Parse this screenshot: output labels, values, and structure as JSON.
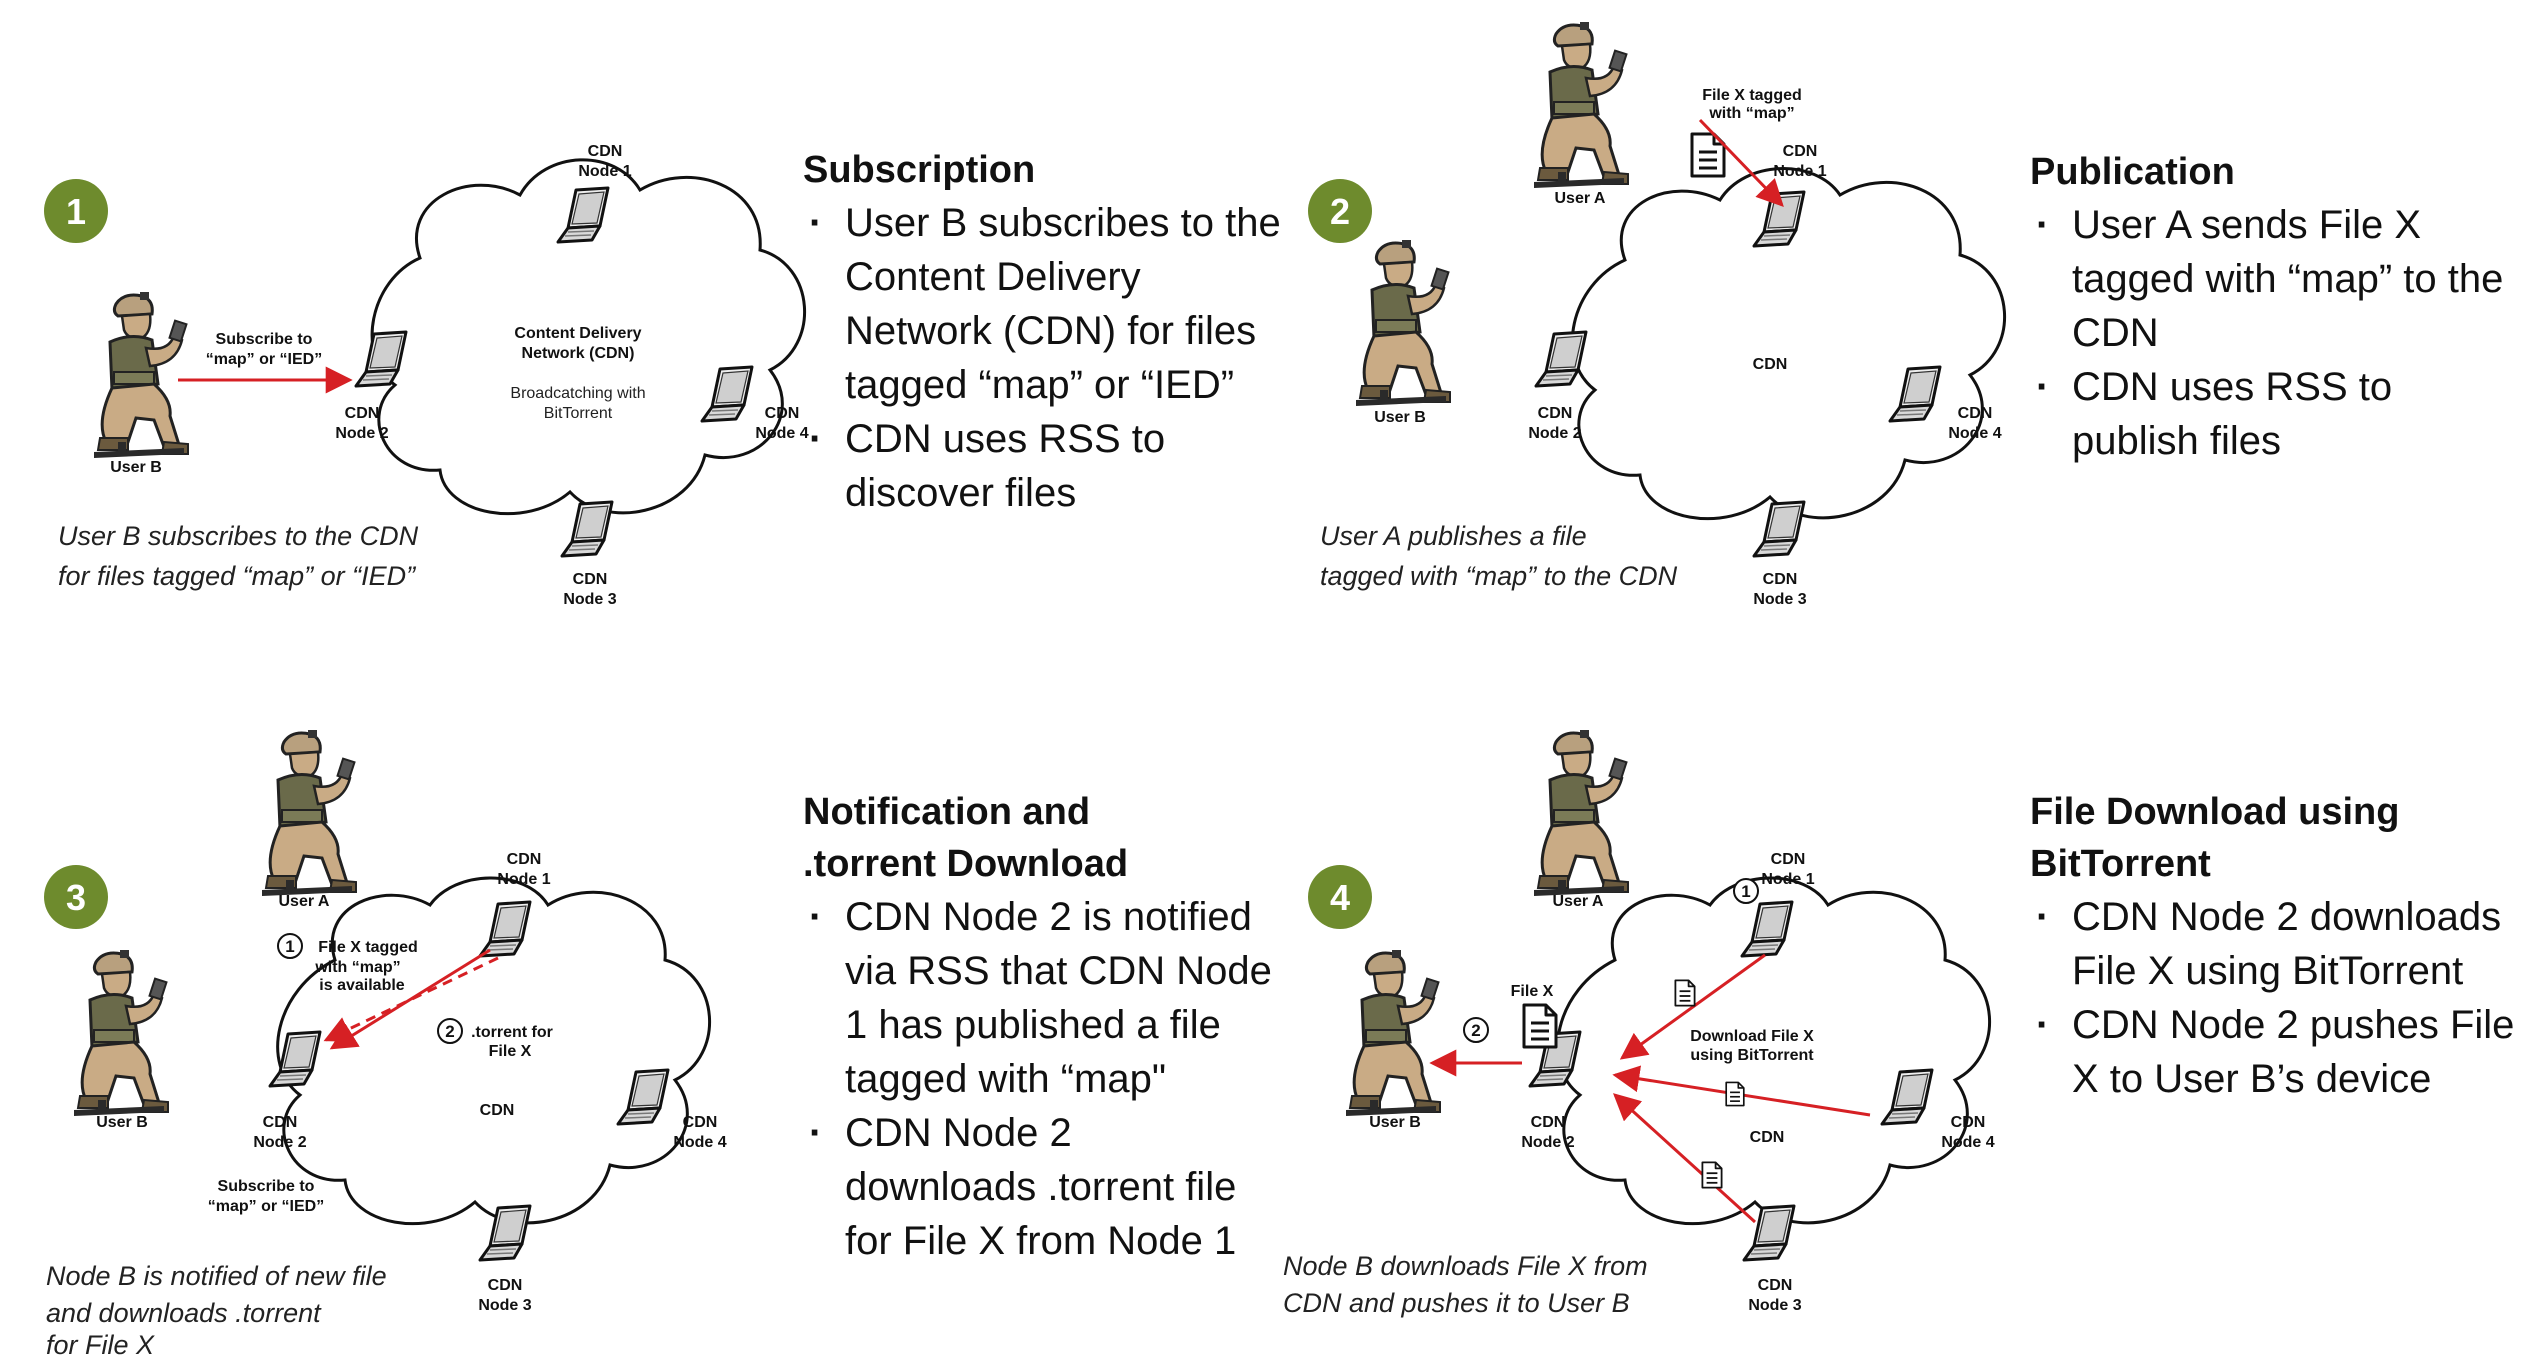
{
  "colors": {
    "badge": "#6e8b2d",
    "arrow": "#d62024",
    "soldier": "#c8ad88",
    "vest": "#6a6a4a"
  },
  "panel1": {
    "badge": "1",
    "title": "Subscription",
    "bullets": [
      "User B subscribes to the Content Delivery Network (CDN) for files tagged “map” or “IED”",
      "CDN uses RSS to discover files"
    ],
    "cloud_title_1": "Content Delivery",
    "cloud_title_2": "Network (CDN)",
    "cloud_sub_1": "Broadcatching with",
    "cloud_sub_2": "BitTorrent",
    "arrow_label_1": "Subscribe to",
    "arrow_label_2": "“map” or “IED”",
    "user_label": "User B",
    "node1": [
      "CDN",
      "Node 1"
    ],
    "node2": [
      "CDN",
      "Node 2"
    ],
    "node3": [
      "CDN",
      "Node 3"
    ],
    "node4": [
      "CDN",
      "Node 4"
    ],
    "caption_1": "User B subscribes to the CDN",
    "caption_2": "for files tagged “map” or “IED”"
  },
  "panel2": {
    "badge": "2",
    "title": "Publication",
    "bullets": [
      "User A sends File X tagged with “map” to the CDN",
      "CDN uses RSS to publish files"
    ],
    "cloud_label": "CDN",
    "file_label_1": "File X tagged",
    "file_label_2": "with “map”",
    "user_a_label": "User A",
    "user_b_label": "User B",
    "node1": [
      "CDN",
      "Node 1"
    ],
    "node2": [
      "CDN",
      "Node 2"
    ],
    "node3": [
      "CDN",
      "Node 3"
    ],
    "node4": [
      "CDN",
      "Node 4"
    ],
    "caption_1": "User A publishes a file",
    "caption_2": "tagged with “map” to the CDN"
  },
  "panel3": {
    "badge": "3",
    "title_1": "Notification and",
    "title_2": ".torrent Download",
    "bullets": [
      "CDN Node 2 is notified via RSS that CDN Node 1 has published a file tagged with “map\"",
      "CDN Node 2 downloads .torrent file for File X from Node 1"
    ],
    "cloud_label": "CDN",
    "step1": "1",
    "step1_label_1": "File X tagged",
    "step1_label_2": "with “map”",
    "step1_label_3": "is available",
    "step2": "2",
    "step2_label_1": ".torrent for",
    "step2_label_2": "File X",
    "sub_label_1": "Subscribe to",
    "sub_label_2": "“map” or “IED”",
    "user_a_label": "User A",
    "user_b_label": "User B",
    "node1": [
      "CDN",
      "Node 1"
    ],
    "node2": [
      "CDN",
      "Node 2"
    ],
    "node3": [
      "CDN",
      "Node 3"
    ],
    "node4": [
      "CDN",
      "Node 4"
    ],
    "caption_1": "Node B is notified of new file",
    "caption_2": "and downloads .torrent",
    "caption_3": "for File X"
  },
  "panel4": {
    "badge": "4",
    "title_1": "File Download using",
    "title_2": "BitTorrent",
    "bullets": [
      "CDN Node 2 downloads File X using BitTorrent",
      "CDN Node 2 pushes File X to User B’s device"
    ],
    "cloud_label": "CDN",
    "download_label_1": "Download File X",
    "download_label_2": "using BitTorrent",
    "file_label": "File X",
    "step1": "1",
    "step2": "2",
    "user_a_label": "User A",
    "user_b_label": "User B",
    "node1": [
      "CDN",
      "Node 1"
    ],
    "node2": [
      "CDN",
      "Node 2"
    ],
    "node3": [
      "CDN",
      "Node 3"
    ],
    "node4": [
      "CDN",
      "Node 4"
    ],
    "caption_1": "Node B downloads File X from",
    "caption_2": "CDN and pushes it to User B"
  }
}
